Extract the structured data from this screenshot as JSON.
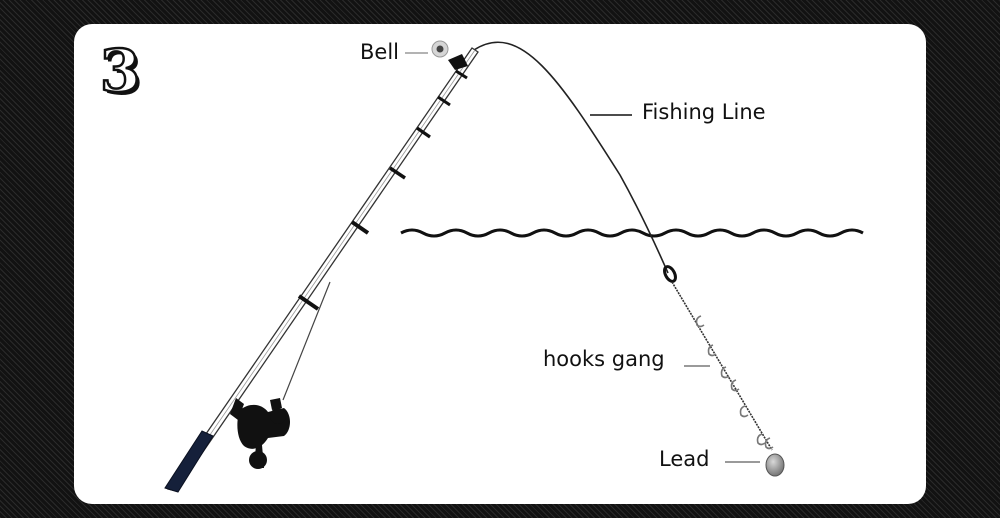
{
  "step": {
    "number": "3"
  },
  "labels": {
    "bell": "Bell",
    "fishing_line": "Fishing Line",
    "hooks_gang": "hooks gang",
    "lead": "Lead"
  },
  "colors": {
    "background": "#1b1b1b",
    "panel": "#ffffff",
    "ink": "#111111",
    "leader_gray": "#9a9a9a",
    "rod_handle": "#15203a",
    "sinker": "#8c8c8c"
  },
  "icons": [
    "fishing-rod-icon",
    "spinning-reel-icon",
    "bell-icon",
    "water-wave-icon",
    "hook-icon",
    "sinker-icon"
  ]
}
